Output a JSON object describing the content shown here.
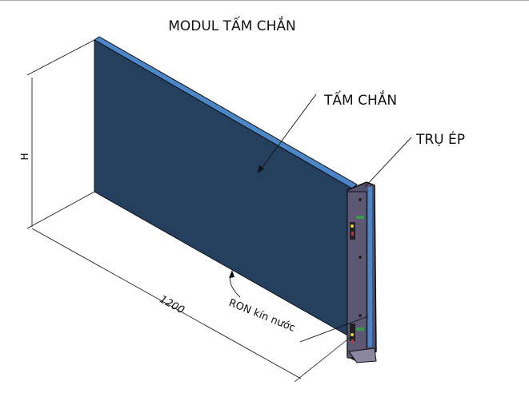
{
  "title": "MODUL TẤM CHẮN",
  "labels": {
    "panel": "TẤM CHẮN",
    "post": "TRỤ ÉP",
    "seal": "RON kín nước",
    "height_dim": "H",
    "width_dim": "1200"
  },
  "colors": {
    "panel_face": "#253f5f",
    "panel_edge": "#4a86c8",
    "post": "#55506a"
  }
}
